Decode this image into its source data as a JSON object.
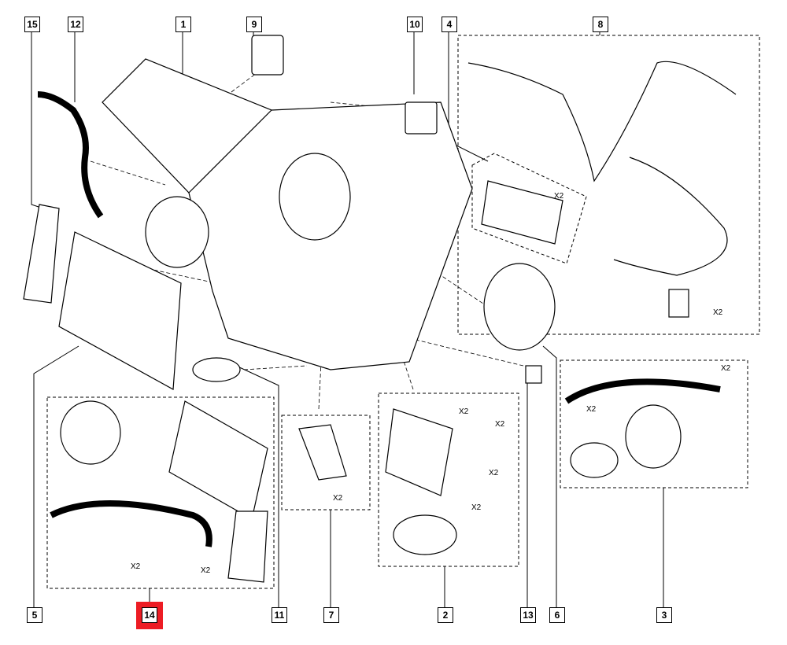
{
  "highlight_color": "#ed1c24",
  "callouts": [
    {
      "id": "c15",
      "label": "15"
    },
    {
      "id": "c12",
      "label": "12"
    },
    {
      "id": "c1",
      "label": "1"
    },
    {
      "id": "c9",
      "label": "9"
    },
    {
      "id": "c10",
      "label": "10"
    },
    {
      "id": "c4",
      "label": "4"
    },
    {
      "id": "c8",
      "label": "8"
    },
    {
      "id": "c5",
      "label": "5"
    },
    {
      "id": "c14",
      "label": "14",
      "highlighted": true
    },
    {
      "id": "c11",
      "label": "11"
    },
    {
      "id": "c7",
      "label": "7"
    },
    {
      "id": "c2",
      "label": "2"
    },
    {
      "id": "c13",
      "label": "13"
    },
    {
      "id": "c6",
      "label": "6"
    },
    {
      "id": "c3",
      "label": "3"
    }
  ],
  "quantity_label": "X2"
}
